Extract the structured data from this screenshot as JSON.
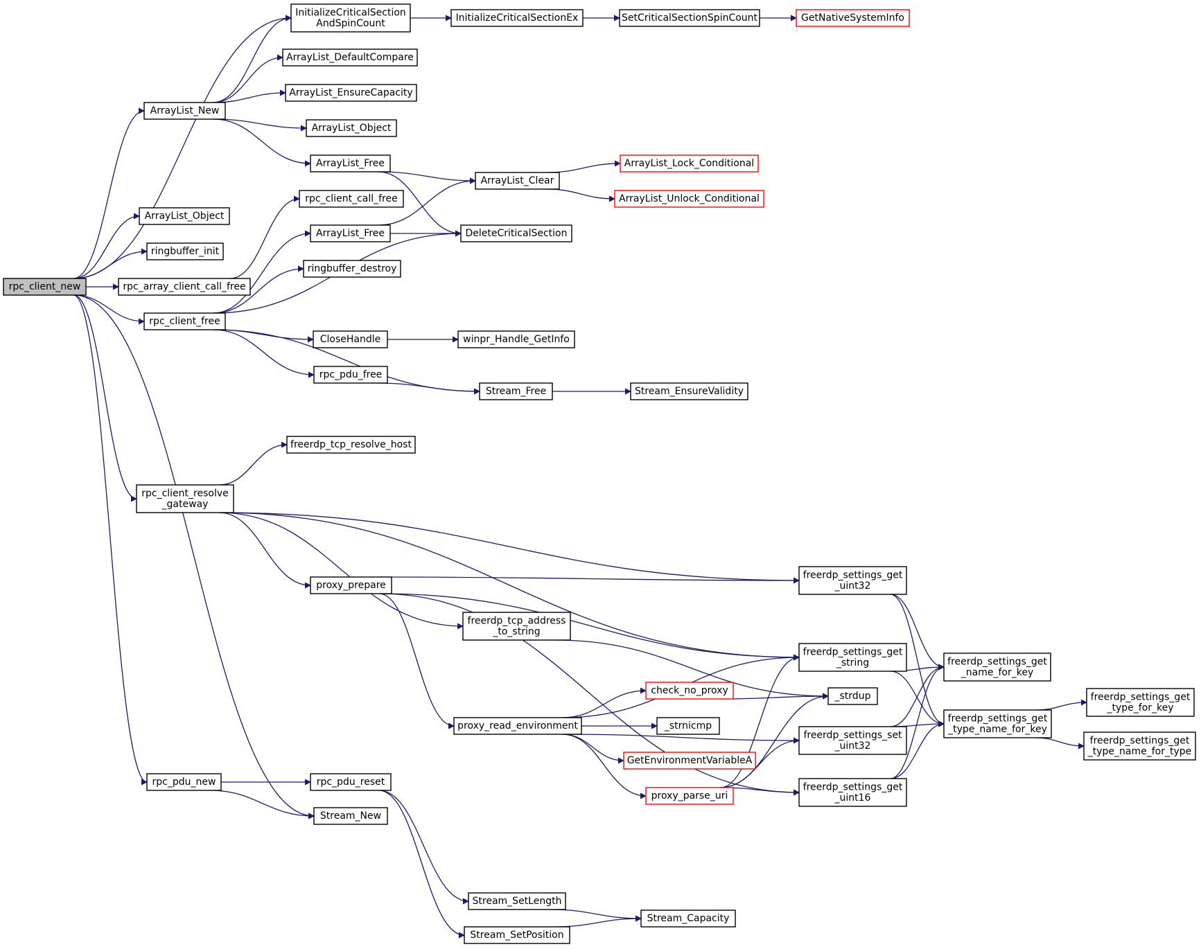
{
  "colors": {
    "edge": "#191970",
    "node_border": "#000000",
    "node_border_incomplete": "#ff0000",
    "root_fill": "#bfbfbf",
    "node_fill": "#ffffff"
  },
  "nodes": [
    {
      "id": "n_rpc_client_new",
      "lines": [
        "rpc_client_new"
      ],
      "root": true
    },
    {
      "id": "n_init_cs_spin",
      "lines": [
        "InitializeCriticalSection",
        "AndSpinCount"
      ]
    },
    {
      "id": "n_init_cs_ex",
      "lines": [
        "InitializeCriticalSectionEx"
      ]
    },
    {
      "id": "n_set_cs_spin",
      "lines": [
        "SetCriticalSectionSpinCount"
      ]
    },
    {
      "id": "n_get_native",
      "lines": [
        "GetNativeSystemInfo"
      ],
      "red": true
    },
    {
      "id": "n_al_new",
      "lines": [
        "ArrayList_New"
      ]
    },
    {
      "id": "n_al_defcmp",
      "lines": [
        "ArrayList_DefaultCompare"
      ]
    },
    {
      "id": "n_al_ensure",
      "lines": [
        "ArrayList_EnsureCapacity"
      ]
    },
    {
      "id": "n_al_object_1",
      "lines": [
        "ArrayList_Object"
      ]
    },
    {
      "id": "n_al_free_1",
      "lines": [
        "ArrayList_Free"
      ]
    },
    {
      "id": "n_al_clear",
      "lines": [
        "ArrayList_Clear"
      ]
    },
    {
      "id": "n_al_lock",
      "lines": [
        "ArrayList_Lock_Conditional"
      ],
      "red": true
    },
    {
      "id": "n_al_unlock",
      "lines": [
        "ArrayList_Unlock_Conditional"
      ],
      "red": true
    },
    {
      "id": "n_al_object_2",
      "lines": [
        "ArrayList_Object"
      ]
    },
    {
      "id": "n_rpc_call_free",
      "lines": [
        "rpc_client_call_free"
      ]
    },
    {
      "id": "n_al_free_2",
      "lines": [
        "ArrayList_Free"
      ]
    },
    {
      "id": "n_delete_cs",
      "lines": [
        "DeleteCriticalSection"
      ]
    },
    {
      "id": "n_rb_init",
      "lines": [
        "ringbuffer_init"
      ]
    },
    {
      "id": "n_rpc_array_free",
      "lines": [
        "rpc_array_client_call_free"
      ]
    },
    {
      "id": "n_rb_destroy",
      "lines": [
        "ringbuffer_destroy"
      ]
    },
    {
      "id": "n_rpc_client_free",
      "lines": [
        "rpc_client_free"
      ]
    },
    {
      "id": "n_close_handle",
      "lines": [
        "CloseHandle"
      ]
    },
    {
      "id": "n_winpr_getinfo",
      "lines": [
        "winpr_Handle_GetInfo"
      ]
    },
    {
      "id": "n_rpc_pdu_free",
      "lines": [
        "rpc_pdu_free"
      ]
    },
    {
      "id": "n_stream_free",
      "lines": [
        "Stream_Free"
      ]
    },
    {
      "id": "n_stream_valid",
      "lines": [
        "Stream_EnsureValidity"
      ]
    },
    {
      "id": "n_tcp_resolve",
      "lines": [
        "freerdp_tcp_resolve_host"
      ]
    },
    {
      "id": "n_resolve_gw",
      "lines": [
        "rpc_client_resolve",
        "_gateway"
      ]
    },
    {
      "id": "n_proxy_prepare",
      "lines": [
        "proxy_prepare"
      ]
    },
    {
      "id": "n_get_uint32",
      "lines": [
        "freerdp_settings_get",
        "_uint32"
      ]
    },
    {
      "id": "n_tcp_addr_str",
      "lines": [
        "freerdp_tcp_address",
        "_to_string"
      ]
    },
    {
      "id": "n_get_string",
      "lines": [
        "freerdp_settings_get",
        "_string"
      ]
    },
    {
      "id": "n_get_name_key",
      "lines": [
        "freerdp_settings_get",
        "_name_for_key"
      ]
    },
    {
      "id": "n_check_no_proxy",
      "lines": [
        "check_no_proxy"
      ],
      "red": true
    },
    {
      "id": "n_strdup",
      "lines": [
        "_strdup"
      ]
    },
    {
      "id": "n_proxy_read_env",
      "lines": [
        "proxy_read_environment"
      ]
    },
    {
      "id": "n_strnicmp",
      "lines": [
        "_strnicmp"
      ]
    },
    {
      "id": "n_get_type_name_key",
      "lines": [
        "freerdp_settings_get",
        "_type_name_for_key"
      ]
    },
    {
      "id": "n_get_type_key",
      "lines": [
        "freerdp_settings_get",
        "_type_for_key"
      ]
    },
    {
      "id": "n_set_uint32",
      "lines": [
        "freerdp_settings_set",
        "_uint32"
      ]
    },
    {
      "id": "n_get_env_var",
      "lines": [
        "GetEnvironmentVariableA"
      ],
      "red": true
    },
    {
      "id": "n_get_type_name_type",
      "lines": [
        "freerdp_settings_get",
        "_type_name_for_type"
      ]
    },
    {
      "id": "n_proxy_parse_uri",
      "lines": [
        "proxy_parse_uri"
      ],
      "red": true
    },
    {
      "id": "n_get_uint16",
      "lines": [
        "freerdp_settings_get",
        "_uint16"
      ]
    },
    {
      "id": "n_rpc_pdu_new",
      "lines": [
        "rpc_pdu_new"
      ]
    },
    {
      "id": "n_rpc_pdu_reset",
      "lines": [
        "rpc_pdu_reset"
      ]
    },
    {
      "id": "n_stream_new",
      "lines": [
        "Stream_New"
      ]
    },
    {
      "id": "n_stream_setlen",
      "lines": [
        "Stream_SetLength"
      ]
    },
    {
      "id": "n_stream_capacity",
      "lines": [
        "Stream_Capacity"
      ]
    },
    {
      "id": "n_stream_setpos",
      "lines": [
        "Stream_SetPosition"
      ]
    }
  ],
  "edges": [
    [
      "n_rpc_client_new",
      "n_init_cs_spin"
    ],
    [
      "n_rpc_client_new",
      "n_al_new"
    ],
    [
      "n_rpc_client_new",
      "n_al_object_2"
    ],
    [
      "n_rpc_client_new",
      "n_rb_init"
    ],
    [
      "n_rpc_client_new",
      "n_rpc_array_free"
    ],
    [
      "n_rpc_client_new",
      "n_rpc_client_free"
    ],
    [
      "n_rpc_client_new",
      "n_resolve_gw"
    ],
    [
      "n_rpc_client_new",
      "n_rpc_pdu_new"
    ],
    [
      "n_rpc_client_new",
      "n_stream_new"
    ],
    [
      "n_init_cs_spin",
      "n_init_cs_ex"
    ],
    [
      "n_init_cs_ex",
      "n_set_cs_spin"
    ],
    [
      "n_set_cs_spin",
      "n_get_native"
    ],
    [
      "n_al_new",
      "n_init_cs_spin"
    ],
    [
      "n_al_new",
      "n_al_defcmp"
    ],
    [
      "n_al_new",
      "n_al_ensure"
    ],
    [
      "n_al_new",
      "n_al_object_1"
    ],
    [
      "n_al_new",
      "n_al_free_1"
    ],
    [
      "n_al_free_1",
      "n_al_clear"
    ],
    [
      "n_al_free_1",
      "n_delete_cs"
    ],
    [
      "n_al_clear",
      "n_al_lock"
    ],
    [
      "n_al_clear",
      "n_al_unlock"
    ],
    [
      "n_al_free_2",
      "n_al_clear"
    ],
    [
      "n_al_free_2",
      "n_delete_cs"
    ],
    [
      "n_rpc_array_free",
      "n_rpc_call_free"
    ],
    [
      "n_rpc_client_free",
      "n_al_free_2"
    ],
    [
      "n_rpc_client_free",
      "n_rb_destroy"
    ],
    [
      "n_rpc_client_free",
      "n_delete_cs"
    ],
    [
      "n_rpc_client_free",
      "n_close_handle"
    ],
    [
      "n_rpc_client_free",
      "n_rpc_pdu_free"
    ],
    [
      "n_rpc_client_free",
      "n_stream_free"
    ],
    [
      "n_close_handle",
      "n_winpr_getinfo"
    ],
    [
      "n_rpc_pdu_free",
      "n_stream_free"
    ],
    [
      "n_stream_free",
      "n_stream_valid"
    ],
    [
      "n_resolve_gw",
      "n_tcp_resolve"
    ],
    [
      "n_resolve_gw",
      "n_get_uint32"
    ],
    [
      "n_resolve_gw",
      "n_get_string"
    ],
    [
      "n_resolve_gw",
      "n_proxy_prepare"
    ],
    [
      "n_resolve_gw",
      "n_tcp_addr_str"
    ],
    [
      "n_proxy_prepare",
      "n_get_uint32"
    ],
    [
      "n_proxy_prepare",
      "n_get_string"
    ],
    [
      "n_proxy_prepare",
      "n_proxy_read_env"
    ],
    [
      "n_proxy_prepare",
      "n_get_uint16"
    ],
    [
      "n_tcp_addr_str",
      "n_strdup"
    ],
    [
      "n_get_uint32",
      "n_get_name_key"
    ],
    [
      "n_get_uint32",
      "n_get_type_name_key"
    ],
    [
      "n_get_string",
      "n_get_name_key"
    ],
    [
      "n_get_string",
      "n_get_type_name_key"
    ],
    [
      "n_proxy_read_env",
      "n_get_string"
    ],
    [
      "n_proxy_read_env",
      "n_check_no_proxy"
    ],
    [
      "n_proxy_read_env",
      "n_strnicmp"
    ],
    [
      "n_proxy_read_env",
      "n_get_env_var"
    ],
    [
      "n_proxy_read_env",
      "n_proxy_parse_uri"
    ],
    [
      "n_proxy_read_env",
      "n_set_uint32"
    ],
    [
      "n_check_no_proxy",
      "n_strdup"
    ],
    [
      "n_proxy_parse_uri",
      "n_get_string"
    ],
    [
      "n_proxy_parse_uri",
      "n_strdup"
    ],
    [
      "n_proxy_parse_uri",
      "n_set_uint32"
    ],
    [
      "n_proxy_parse_uri",
      "n_get_uint16"
    ],
    [
      "n_set_uint32",
      "n_get_name_key"
    ],
    [
      "n_set_uint32",
      "n_get_type_name_key"
    ],
    [
      "n_get_uint16",
      "n_get_name_key"
    ],
    [
      "n_get_uint16",
      "n_get_type_name_key"
    ],
    [
      "n_get_type_name_key",
      "n_get_type_key"
    ],
    [
      "n_get_type_name_key",
      "n_get_type_name_type"
    ],
    [
      "n_rpc_pdu_new",
      "n_rpc_pdu_reset"
    ],
    [
      "n_rpc_pdu_new",
      "n_stream_new"
    ],
    [
      "n_rpc_pdu_reset",
      "n_stream_setlen"
    ],
    [
      "n_rpc_pdu_reset",
      "n_stream_setpos"
    ],
    [
      "n_stream_setlen",
      "n_stream_capacity"
    ],
    [
      "n_stream_setpos",
      "n_stream_capacity"
    ]
  ]
}
